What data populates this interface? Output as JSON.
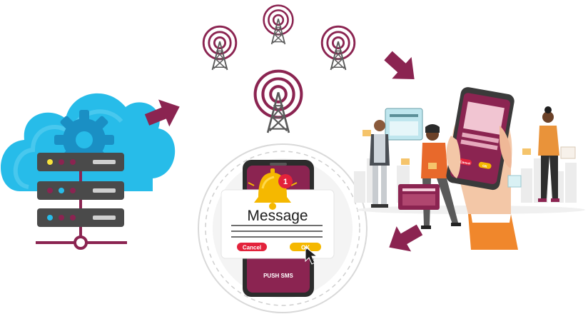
{
  "popup": {
    "title": "Message",
    "badge_count": "1",
    "cancel_label": "Cancel",
    "ok_label": "OK"
  },
  "phone": {
    "footer_label": "PUSH SMS"
  },
  "big_phone": {
    "button_label": "Cancel",
    "ok_label": "OK"
  },
  "colors": {
    "brand": "#8b2451",
    "cloud": "#27bce9",
    "server": "#4a4a4a",
    "notification": "#f5b800",
    "cancel": "#e3223b"
  },
  "icons": {
    "cloud": "cloud-icon",
    "gear": "gear-icon",
    "server": "server-icon",
    "tower": "broadcast-tower-icon",
    "bell": "bell-icon",
    "cursor": "cursor-icon",
    "arrow": "arrow-icon"
  }
}
